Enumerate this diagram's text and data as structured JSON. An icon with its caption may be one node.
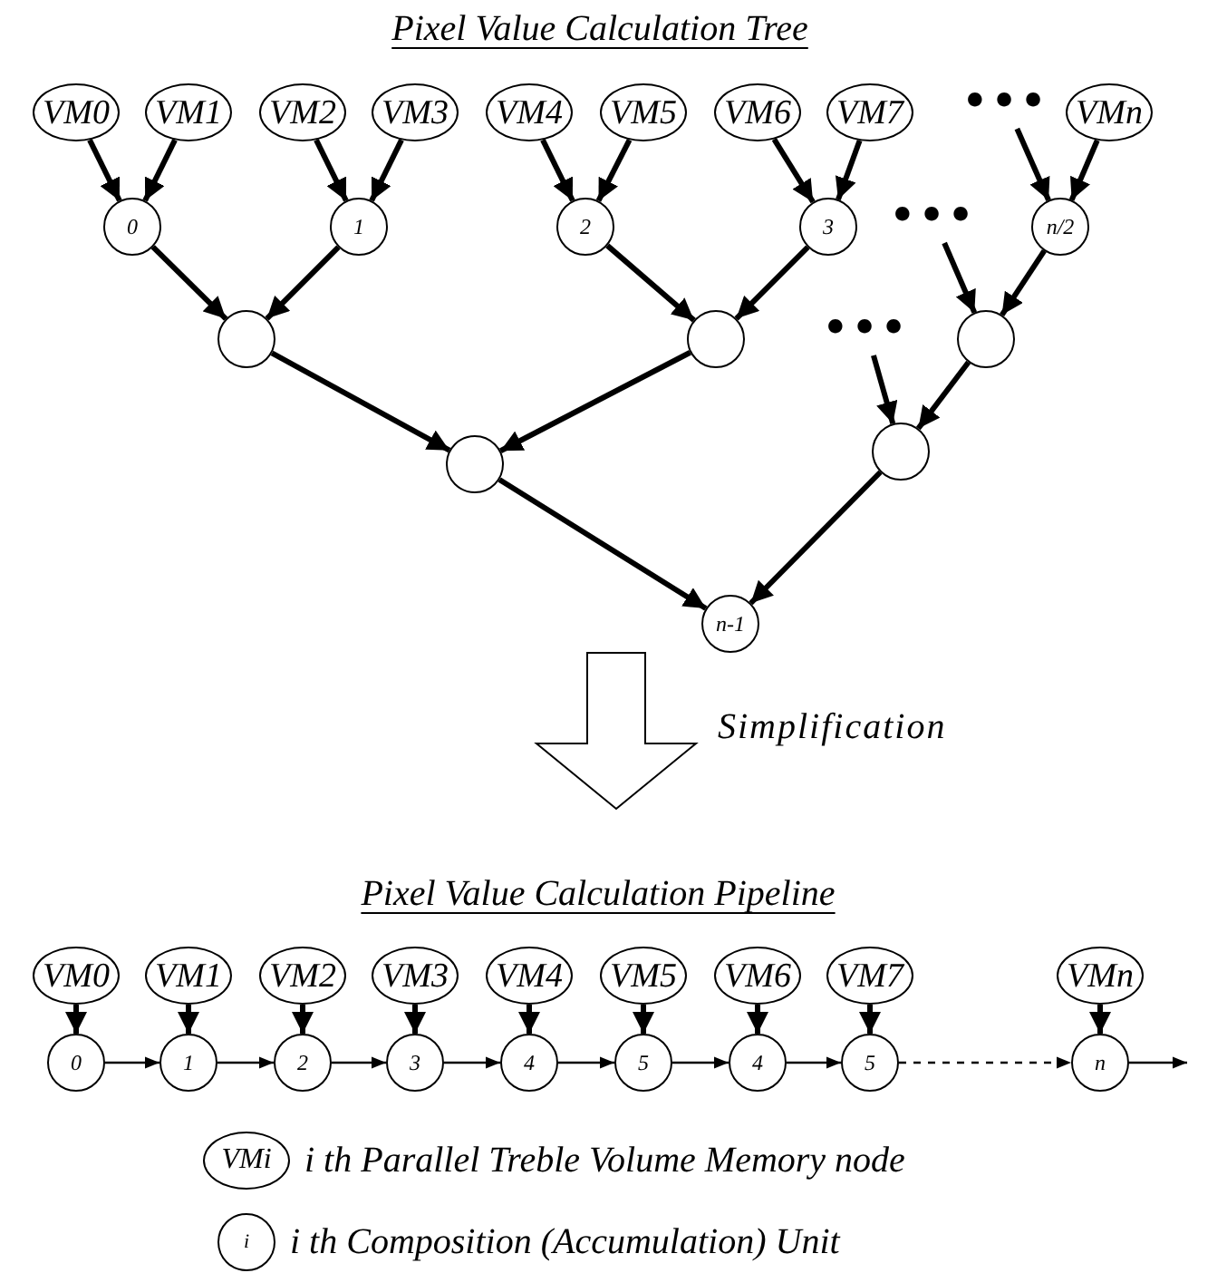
{
  "diagram": {
    "title": "Pixel Value Calculation Tree",
    "nodes": [
      {
        "text": [
          "VM0"
        ]
      },
      {
        "text": [
          "VM1"
        ]
      },
      {
        "text": [
          "VM2"
        ]
      },
      {
        "text": [
          "VM3"
        ]
      },
      {
        "text": [
          "VM4"
        ]
      },
      {
        "text": [
          "VM5"
        ]
      },
      {
        "text": [
          "VM6"
        ]
      },
      {
        "text": [
          "VM7"
        ]
      },
      {
        "text": [
          "•••"
        ]
      },
      {
        "text": [
          "VMn"
        ]
      },
      {
        "text": [
          "0"
        ]
      },
      {
        "text": [
          "1"
        ]
      },
      {
        "text": [
          "2"
        ]
      },
      {
        "text": [
          "3"
        ]
      },
      {
        "text": [
          "•••"
        ]
      },
      {
        "text": [
          "n/2"
        ]
      },
      {
        "text": [],
        "shape": "circle"
      },
      {
        "text": [],
        "shape": "circle"
      },
      {
        "text": [
          "•••"
        ]
      },
      {
        "text": [],
        "shape": "circle"
      },
      {
        "text": [],
        "shape": "circle"
      },
      {
        "text": [],
        "shape": "circle"
      },
      {
        "text": [
          "n-1"
        ]
      },
      {
        "text": [
          "VM0"
        ]
      },
      {
        "text": [
          "VM1"
        ]
      },
      {
        "text": [
          "VM2"
        ]
      },
      {
        "text": [
          "VM3"
        ]
      },
      {
        "text": [
          "VM4"
        ]
      },
      {
        "text": [
          "VM5"
        ]
      },
      {
        "text": [
          "VM6"
        ]
      },
      {
        "text": [
          "VM7"
        ]
      },
      {
        "text": [
          "VMn"
        ]
      },
      {
        "text": [
          "0"
        ]
      },
      {
        "text": [
          "1"
        ]
      },
      {
        "text": [
          "2"
        ]
      },
      {
        "text": [
          "3"
        ]
      },
      {
        "text": [
          "4"
        ]
      },
      {
        "text": [
          "5"
        ]
      },
      {
        "text": [
          "4"
        ]
      },
      {
        "text": [
          "5"
        ]
      },
      {
        "text": [
          "n"
        ]
      }
    ],
    "edges": [
      {
        "from": 0,
        "to": 10,
        "arrow": "to"
      },
      {
        "from": 1,
        "to": 10,
        "arrow": "to"
      },
      {
        "from": 2,
        "to": 11,
        "arrow": "to"
      },
      {
        "from": 3,
        "to": 11,
        "arrow": "to"
      },
      {
        "from": 4,
        "to": 12,
        "arrow": "to"
      },
      {
        "from": 5,
        "to": 12,
        "arrow": "to"
      },
      {
        "from": 6,
        "to": 13,
        "arrow": "to"
      },
      {
        "from": 7,
        "to": 13,
        "arrow": "to"
      },
      {
        "from": 8,
        "to": 15,
        "arrow": "to"
      },
      {
        "from": 9,
        "to": 15,
        "arrow": "to"
      },
      {
        "from": 10,
        "to": 16,
        "arrow": "to"
      },
      {
        "from": 11,
        "to": 16,
        "arrow": "to"
      },
      {
        "from": 12,
        "to": 17,
        "arrow": "to"
      },
      {
        "from": 13,
        "to": 17,
        "arrow": "to"
      },
      {
        "from": 14,
        "to": 19,
        "arrow": "to"
      },
      {
        "from": 15,
        "to": 19,
        "arrow": "to"
      },
      {
        "from": 16,
        "to": 20,
        "arrow": "to"
      },
      {
        "from": 17,
        "to": 20,
        "arrow": "to"
      },
      {
        "from": 18,
        "to": 21,
        "arrow": "to"
      },
      {
        "from": 19,
        "to": 21,
        "arrow": "to"
      },
      {
        "from": 20,
        "to": 22,
        "arrow": "to"
      },
      {
        "from": 21,
        "to": 22,
        "arrow": "to"
      },
      {
        "from": 23,
        "to": 32,
        "arrow": "to"
      },
      {
        "from": 24,
        "to": 33,
        "arrow": "to"
      },
      {
        "from": 25,
        "to": 34,
        "arrow": "to"
      },
      {
        "from": 26,
        "to": 35,
        "arrow": "to"
      },
      {
        "from": 27,
        "to": 36,
        "arrow": "to"
      },
      {
        "from": 28,
        "to": 37,
        "arrow": "to"
      },
      {
        "from": 29,
        "to": 38,
        "arrow": "to"
      },
      {
        "from": 30,
        "to": 39,
        "arrow": "to"
      },
      {
        "from": 31,
        "to": 40,
        "arrow": "to"
      },
      {
        "from": 32,
        "to": 33,
        "arrow": "to"
      },
      {
        "from": 33,
        "to": 34,
        "arrow": "to"
      },
      {
        "from": 34,
        "to": 35,
        "arrow": "to"
      },
      {
        "from": 35,
        "to": 36,
        "arrow": "to"
      },
      {
        "from": 36,
        "to": 37,
        "arrow": "to"
      },
      {
        "from": 37,
        "to": 38,
        "arrow": "to"
      },
      {
        "from": 38,
        "to": 39,
        "arrow": "to"
      },
      {
        "from": 39,
        "to": 40,
        "arrow": "to",
        "style": "dashed"
      },
      {
        "from": 40,
        "to": null,
        "arrow": "to"
      }
    ],
    "labels": [
      "Simplification",
      "Pixel Value Calculation Pipeline",
      "VMi",
      "i"
    ],
    "legend": [
      {
        "text": "i th Parallel Treble Volume Memory node"
      },
      {
        "text": "i th Composition (Accumulation) Unit"
      }
    ]
  }
}
